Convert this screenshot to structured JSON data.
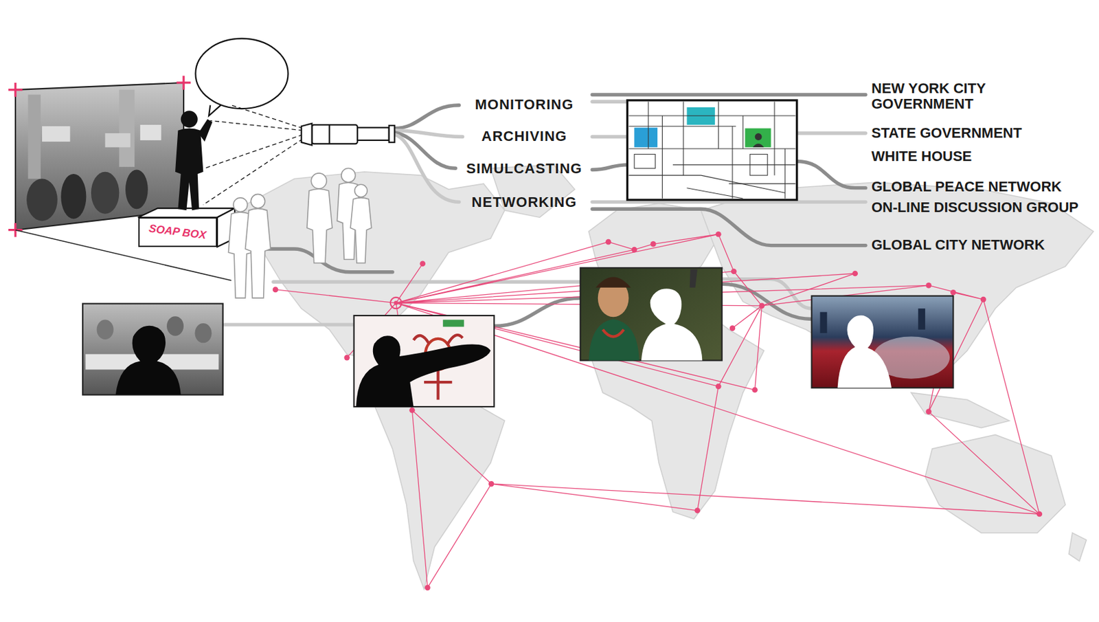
{
  "diagram": {
    "nodes": [
      {
        "text": [
          "SOAP BOX"
        ]
      }
    ],
    "labels": [
      "MONITORING",
      "ARCHIVING",
      "SIMULCASTING",
      "NETWORKING",
      "NEW YORK CITY GOVERNMENT",
      "STATE GOVERNMENT",
      "WHITE HOUSE",
      "GLOBAL PEACE NETWORK",
      "ON-LINE DISCUSSION GROUP",
      "GLOBAL CITY NETWORK"
    ]
  }
}
